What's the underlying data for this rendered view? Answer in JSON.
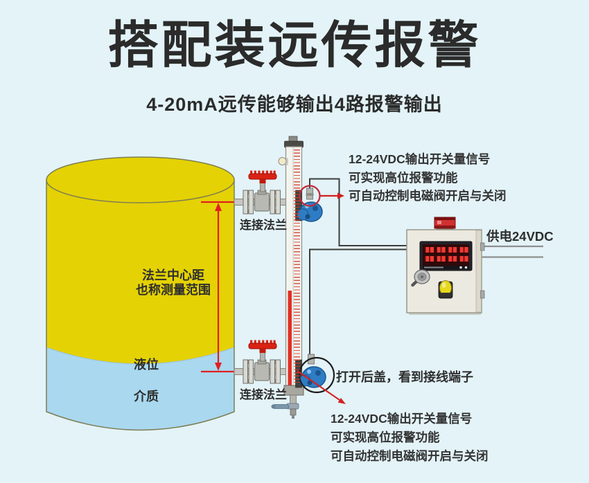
{
  "page": {
    "title": "搭配装远传报警",
    "subtitle": "4-20mA远传能够输出4路报警输出"
  },
  "tank": {
    "range_label": {
      "line1": "法兰中心距",
      "line2": "也称测量范围"
    },
    "level_label": "液位",
    "medium_label": "介质"
  },
  "gauge": {
    "top_flange_label": "连接法兰",
    "bottom_flange_label": "连接法兰"
  },
  "annotations": {
    "top_signal": {
      "line1": "12-24VDC输出开关量信号",
      "line2": "可实现高位报警功能",
      "line3": "可自动控制电磁阀开启与关闭"
    },
    "open_cover": "打开后盖，看到接线端子",
    "bottom_signal": {
      "line1": "12-24VDC输出开关量信号",
      "line2": "可实现高位报警功能",
      "line3": "可自动控制电磁阀开启与关闭"
    },
    "power_supply": "供电24VDC"
  },
  "colors": {
    "background": "#e3f3f8",
    "tank_yellow": "#e4d204",
    "liquid_blue": "#a9d8ef",
    "accent_red": "#d42020",
    "handwheel_red": "#d92313",
    "transmitter_blue": "#2e7cc4",
    "panel_beige": "#ece9e0",
    "display_digit_red": "#ef3b35",
    "wire_dark": "#3c3c3c",
    "wire_gray": "#8f8f8f"
  }
}
